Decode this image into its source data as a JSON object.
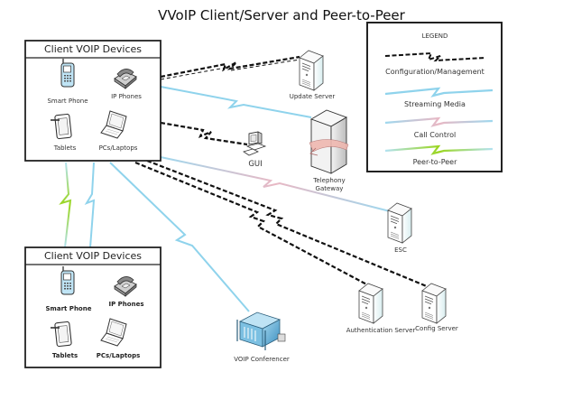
{
  "title": "VVoIP Client/Server and Peer-to-Peer",
  "legend": {
    "title": "LEGEND",
    "items": [
      {
        "label": "Configuration/Management",
        "style": "dashed-black",
        "color": "#111111"
      },
      {
        "label": "Streaming Media",
        "style": "lightning",
        "color": "#8fd3ec"
      },
      {
        "label": "Call Control",
        "style": "lightning",
        "color": "#e8b8c4"
      },
      {
        "label": "Peer-to-Peer",
        "style": "lightning",
        "color": "#9ad61e"
      }
    ]
  },
  "client_groups": [
    {
      "title": "Client VOIP Devices",
      "devices": [
        {
          "label": "Smart Phone",
          "icon": "smartphone-icon"
        },
        {
          "label": "IP Phones",
          "icon": "desk-phone-icon"
        },
        {
          "label": "Tablets",
          "icon": "tablet-icon"
        },
        {
          "label": "PCs/Laptops",
          "icon": "laptop-icon"
        }
      ]
    },
    {
      "title": "Client VOIP Devices",
      "devices": [
        {
          "label": "Smart Phone",
          "icon": "smartphone-icon"
        },
        {
          "label": "IP Phones",
          "icon": "desk-phone-icon"
        },
        {
          "label": "Tablets",
          "icon": "tablet-icon"
        },
        {
          "label": "PCs/Laptops",
          "icon": "laptop-icon"
        }
      ]
    }
  ],
  "nodes": {
    "update_server": {
      "label": "Update Server",
      "icon": "server-icon"
    },
    "telephony_gateway": {
      "label_line1": "Telephony",
      "label_line2": "Gateway",
      "icon": "gateway-icon"
    },
    "gui": {
      "label": "GUI",
      "icon": "workstation-icon"
    },
    "esc": {
      "label": "ESC",
      "icon": "server-icon"
    },
    "auth_server": {
      "label": "Authentication Server",
      "icon": "server-icon"
    },
    "config_server": {
      "label": "Config Server",
      "icon": "server-icon"
    },
    "conferencer": {
      "label": "VOIP Conferencer",
      "icon": "conferencer-icon"
    }
  },
  "connections": [
    {
      "from": "Client VOIP Devices (top)",
      "to": "Update Server",
      "type": "Configuration/Management"
    },
    {
      "from": "Client VOIP Devices (top)",
      "to": "Telephony Gateway",
      "type": "Streaming Media"
    },
    {
      "from": "Client VOIP Devices (top)",
      "to": "GUI",
      "type": "Configuration/Management"
    },
    {
      "from": "Client VOIP Devices (top)",
      "to": "ESC",
      "type": "Call Control"
    },
    {
      "from": "Client VOIP Devices (top)",
      "to": "Authentication Server",
      "type": "Configuration/Management"
    },
    {
      "from": "Client VOIP Devices (top)",
      "to": "Config Server",
      "type": "Configuration/Management"
    },
    {
      "from": "Client VOIP Devices (top)",
      "to": "VOIP Conferencer",
      "type": "Streaming Media"
    },
    {
      "from": "Client VOIP Devices (top)",
      "to": "Client VOIP Devices (bottom)",
      "type": "Peer-to-Peer"
    },
    {
      "from": "Client VOIP Devices (top)",
      "to": "Client VOIP Devices (bottom)",
      "type": "Streaming Media"
    }
  ]
}
